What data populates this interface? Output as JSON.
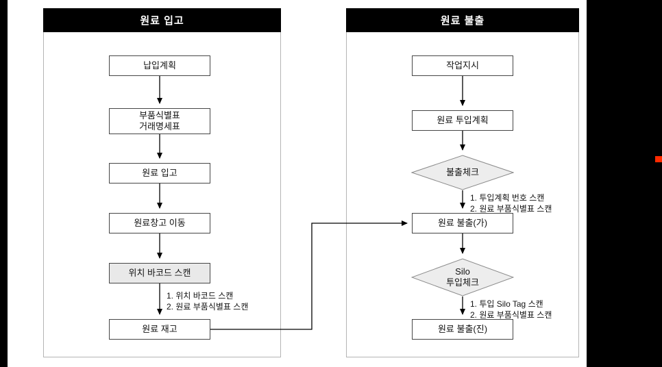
{
  "page": {
    "bg_color": "#ffffff",
    "edge_bar_color": "#000000",
    "marker_color": "#ff2a00"
  },
  "inbound": {
    "title": "원료 입고",
    "nodes": {
      "n1": "납입계획",
      "n2": "부품식별표\n거래명세표",
      "n3": "원료 입고",
      "n4": "원료창고 이동",
      "n5": "위치 바코드 스캔",
      "n6": "원료 재고"
    },
    "note1": "1. 위치 바코드 스캔\n2. 원료 부품식별표 스캔"
  },
  "outbound": {
    "title": "원료 불출",
    "nodes": {
      "n1": "작업지시",
      "n2": "원료 투입계획",
      "d1": "불출체크",
      "n3": "원료 불출(가)",
      "d2": "Silo\n투입체크",
      "n4": "원료 불출(진)"
    },
    "note1": "1. 투입계획 번호 스캔\n2. 원료 부품식별표 스캔",
    "note2": "1. 투입 Silo Tag 스캔\n2. 원료 부품식별표 스캔"
  }
}
